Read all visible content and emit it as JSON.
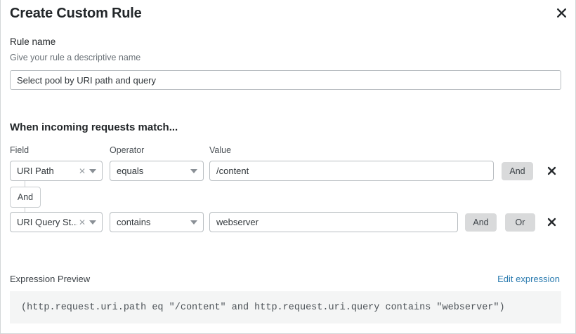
{
  "dialog": {
    "title": "Create Custom Rule",
    "close_icon": "close-icon"
  },
  "rule_name": {
    "label": "Rule name",
    "description": "Give your rule a descriptive name",
    "value": "Select pool by URI path and query",
    "placeholder": "Enter rule name"
  },
  "match_section": {
    "heading": "When incoming requests match...",
    "columns": {
      "field": "Field",
      "operator": "Operator",
      "value": "Value"
    },
    "connector": {
      "label": "And"
    },
    "rows": [
      {
        "field": "URI Path",
        "field_clear_icon": "clear-icon",
        "field_caret_icon": "chevron-down-icon",
        "operator": "equals",
        "operator_caret_icon": "chevron-down-icon",
        "value": "/content",
        "value_placeholder": "Enter value",
        "and_label": "And",
        "remove_icon": "close-icon"
      },
      {
        "field": "URI Query St...",
        "field_clear_icon": "clear-icon",
        "field_caret_icon": "chevron-down-icon",
        "operator": "contains",
        "operator_caret_icon": "chevron-down-icon",
        "value": "webserver",
        "value_placeholder": "Enter value",
        "and_label": "And",
        "or_label": "Or",
        "remove_icon": "close-icon"
      }
    ]
  },
  "expression_preview": {
    "label": "Expression Preview",
    "edit_link": "Edit expression",
    "code": "(http.request.uri.path eq \"/content\" and http.request.uri.query contains \"webserver\")"
  },
  "colors": {
    "accent_link": "#2c7cb0",
    "logic_button_bg": "#d9dadb",
    "code_bg": "#f4f5f5",
    "border": "#b8bdc1"
  }
}
